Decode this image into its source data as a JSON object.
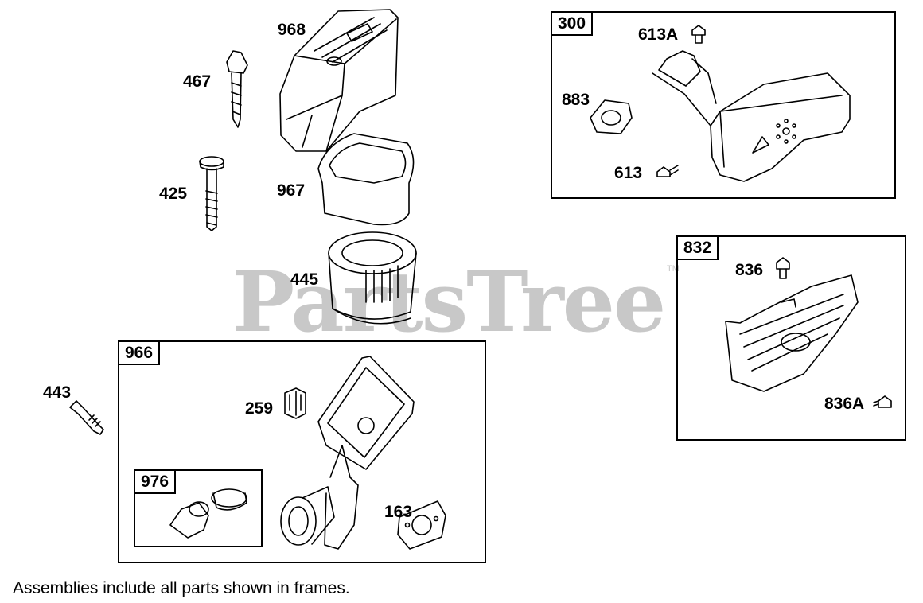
{
  "watermark": {
    "text": "PartsTree",
    "trademark": "TM"
  },
  "frames": {
    "f300": "300",
    "f832": "832",
    "f966": "966",
    "f976": "976"
  },
  "parts": {
    "p968": "968",
    "p467": "467",
    "p425": "425",
    "p967": "967",
    "p445": "445",
    "p443": "443",
    "p259": "259",
    "p163": "163",
    "p613A": "613A",
    "p883": "883",
    "p613": "613",
    "p836": "836",
    "p836A": "836A"
  },
  "caption": "Assemblies include all parts shown in frames.",
  "colors": {
    "line": "#000000",
    "watermark": "#c8c8c8",
    "background": "#ffffff"
  }
}
